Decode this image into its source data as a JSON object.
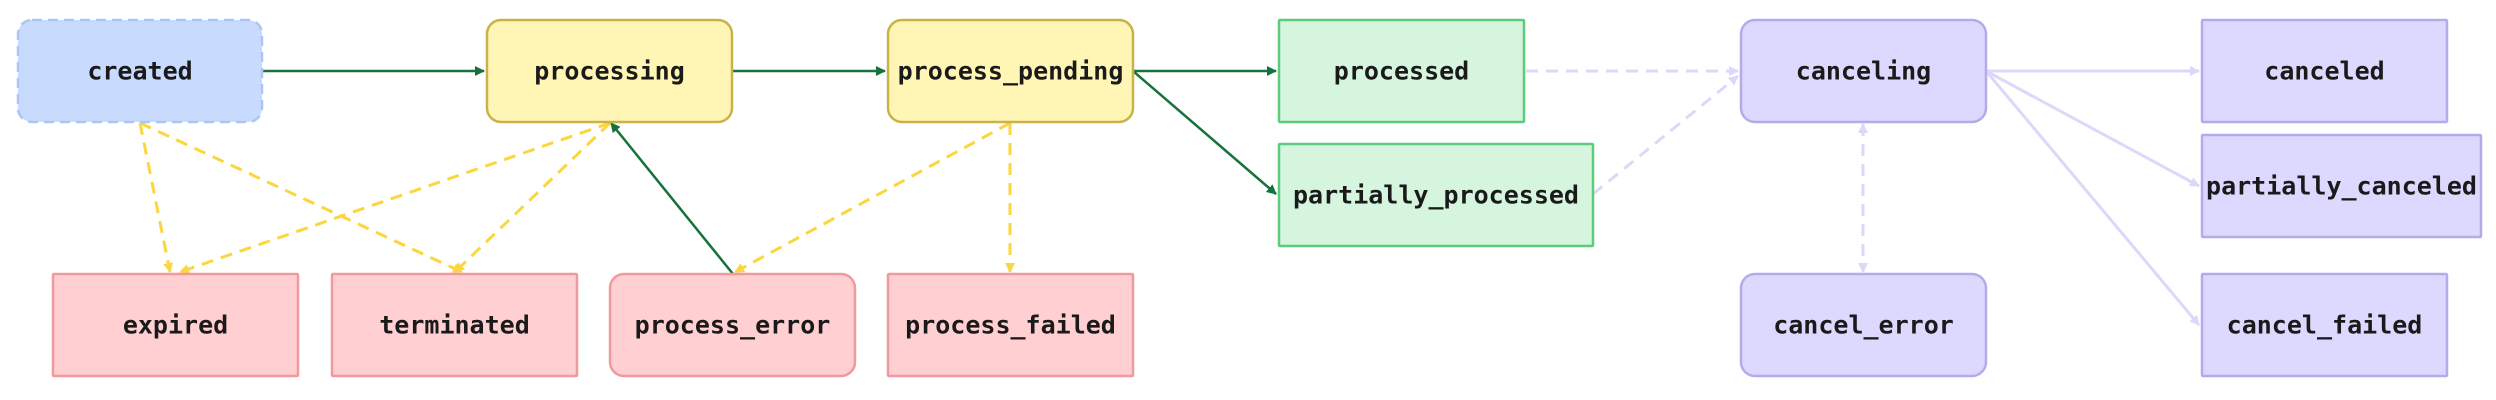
{
  "diagram": {
    "palette": {
      "blue": {
        "fill": "#c8dbff",
        "stroke": "#a9c6f5"
      },
      "yellow": {
        "fill": "#fff5b4",
        "stroke": "#c9b24a"
      },
      "green": {
        "fill": "#d6f5df",
        "stroke": "#5ccb7d"
      },
      "red": {
        "fill": "#ffcfd2",
        "stroke": "#f0999e"
      },
      "purple": {
        "fill": "#ddd8fd",
        "stroke": "#b3acea"
      }
    },
    "edge_colors": {
      "main": "#16713b",
      "failure": "#fbd63f",
      "cancel": "#ddd8fa"
    },
    "nodes": [
      {
        "id": "created",
        "label": "created",
        "color": "blue",
        "dashed": true
      },
      {
        "id": "processing",
        "label": "processing",
        "color": "yellow",
        "dashed": false
      },
      {
        "id": "process_pending",
        "label": "process_pending",
        "color": "yellow",
        "dashed": false
      },
      {
        "id": "processed",
        "label": "processed",
        "color": "green",
        "dashed": false
      },
      {
        "id": "partially_processed",
        "label": "partially_processed",
        "color": "green",
        "dashed": false
      },
      {
        "id": "canceling",
        "label": "canceling",
        "color": "purple",
        "dashed": false
      },
      {
        "id": "canceled",
        "label": "canceled",
        "color": "purple",
        "dashed": false
      },
      {
        "id": "partially_canceled",
        "label": "partially_canceled",
        "color": "purple",
        "dashed": false
      },
      {
        "id": "cancel_failed",
        "label": "cancel_failed",
        "color": "purple",
        "dashed": false
      },
      {
        "id": "cancel_error",
        "label": "cancel_error",
        "color": "purple",
        "dashed": false
      },
      {
        "id": "expired",
        "label": "expired",
        "color": "red",
        "dashed": false
      },
      {
        "id": "terminated",
        "label": "terminated",
        "color": "red",
        "dashed": false
      },
      {
        "id": "process_error",
        "label": "process_error",
        "color": "red",
        "dashed": false
      },
      {
        "id": "process_failed",
        "label": "process_failed",
        "color": "red",
        "dashed": false
      }
    ],
    "edges": [
      {
        "from": "created",
        "to": "processing",
        "kind": "main"
      },
      {
        "from": "processing",
        "to": "process_pending",
        "kind": "main"
      },
      {
        "from": "process_pending",
        "to": "processed",
        "kind": "main"
      },
      {
        "from": "process_pending",
        "to": "partially_processed",
        "kind": "main"
      },
      {
        "from": "process_error",
        "to": "processing",
        "kind": "main"
      },
      {
        "from": "created",
        "to": "expired",
        "kind": "failure"
      },
      {
        "from": "created",
        "to": "terminated",
        "kind": "failure"
      },
      {
        "from": "processing",
        "to": "expired",
        "kind": "failure"
      },
      {
        "from": "processing",
        "to": "terminated",
        "kind": "failure"
      },
      {
        "from": "process_pending",
        "to": "process_error",
        "kind": "failure"
      },
      {
        "from": "process_pending",
        "to": "process_failed",
        "kind": "failure"
      },
      {
        "from": "processed",
        "to": "canceling",
        "kind": "cancel-dashed"
      },
      {
        "from": "partially_processed",
        "to": "canceling",
        "kind": "cancel-dashed"
      },
      {
        "from": "canceling",
        "to": "canceled",
        "kind": "cancel"
      },
      {
        "from": "canceling",
        "to": "partially_canceled",
        "kind": "cancel"
      },
      {
        "from": "canceling",
        "to": "cancel_failed",
        "kind": "cancel"
      },
      {
        "from": "canceling",
        "to": "cancel_error",
        "kind": "cancel-dashed-both"
      }
    ]
  }
}
